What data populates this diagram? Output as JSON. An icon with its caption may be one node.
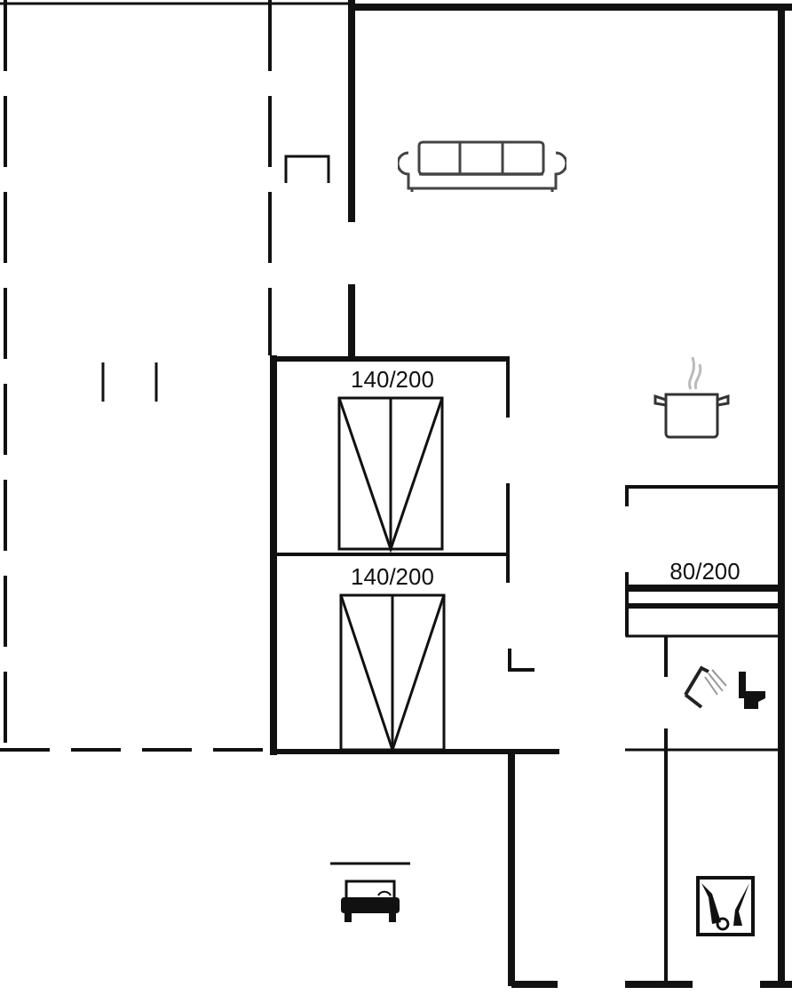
{
  "diagram": {
    "labels": [
      "140/200",
      "140/200",
      "80/200"
    ]
  }
}
